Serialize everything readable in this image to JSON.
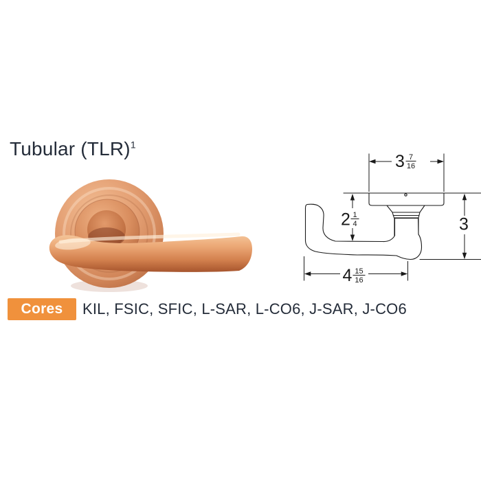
{
  "page": {
    "background": "#ffffff"
  },
  "title": {
    "text": "Tubular (TLR)",
    "footnote_marker": "1",
    "color": "#242C39"
  },
  "product_photo": {
    "description": "Satin bronze tubular lever handle on round rose",
    "finish_highlight": "#F7CFA5",
    "finish_mid": "#DD9268",
    "finish_shadow": "#A9572F"
  },
  "diagram": {
    "line_color": "#1A1A1A",
    "dims": {
      "rose_width": {
        "whole": "3",
        "num": "7",
        "den": "16"
      },
      "top_to_lever": {
        "whole": "2",
        "num": "1",
        "den": "4"
      },
      "overall_height": {
        "whole": "3"
      },
      "lever_length": {
        "whole": "4",
        "num": "15",
        "den": "16"
      }
    }
  },
  "cores": {
    "label": "Cores",
    "badge_color": "#F0913C",
    "label_color": "#FFFFFF",
    "list": "KIL, FSIC, SFIC, L-SAR, L-CO6, J-SAR, J-CO6",
    "list_color": "#242C39"
  }
}
